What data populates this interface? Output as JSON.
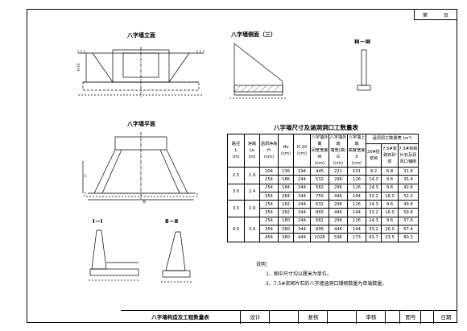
{
  "page": {
    "label": "第",
    "unit": "页"
  },
  "views": {
    "front": "八字墙立面",
    "side": "八字墙侧面（三）",
    "plan": "八字墙平面",
    "sec2": "Ⅱ－Ⅱ",
    "sec1": "Ⅰ－Ⅰ",
    "sec3": "Ⅲ－Ⅲ"
  },
  "dims": {
    "h10": "H-10",
    "c": "C",
    "w": "W"
  },
  "table": {
    "caption": "八字墙尺寸及涵洞洞口工数量表",
    "headers": {
      "c0": [
        "路径",
        "L",
        "(m)"
      ],
      "c1": [
        "净跨",
        "Lo",
        "(m)"
      ],
      "c2": [
        "涵洞净高",
        "H",
        "(cm)"
      ],
      "c3": [
        "",
        "Ho",
        "(cm)"
      ],
      "c4": [
        "",
        "H-10",
        "(cm)"
      ],
      "c5": [
        "八字墙外翼",
        "间宽宽度",
        "W",
        "(cm)"
      ],
      "c6": [
        "八字墙外端",
        "墙宽(高)",
        "G",
        "(cm)"
      ],
      "c7": [
        "八字墙上端",
        "高度宽度",
        "S",
        "(cm)"
      ],
      "group": "涵洞洞工数量表  (m²)",
      "c8": [
        "20#砼",
        "浆砌"
      ],
      "c9": [
        "7.5#浆",
        "砌石砂浆"
      ],
      "c10": [
        "7.5#浆砌",
        "片石及沥",
        "风口铺砌"
      ]
    },
    "groups": [
      {
        "L": "2.5",
        "Lo": "1.9",
        "rows": [
          [
            "204",
            "136",
            "194",
            "445",
            "221",
            "101",
            "8.2",
            "6.8",
            "31.8"
          ],
          [
            "254",
            "186",
            "244",
            "532",
            "296",
            "116",
            "14.3",
            "9.6",
            "35.4"
          ]
        ]
      },
      {
        "L": "3.0",
        "Lo": "2.4",
        "rows": [
          [
            "254",
            "184",
            "244",
            "582",
            "296",
            "116",
            "14.3",
            "9.6",
            "42.6"
          ],
          [
            "354",
            "284",
            "344",
            "755",
            "446",
            "144",
            "33.2",
            "16.0",
            "52.0"
          ]
        ]
      },
      {
        "L": "3.5",
        "Lo": "2.9",
        "rows": [
          [
            "254",
            "182",
            "244",
            "632",
            "296",
            "116",
            "14.3",
            "9.6",
            "49.8"
          ],
          [
            "354",
            "282",
            "344",
            "865",
            "446",
            "144",
            "33.2",
            "16.0",
            "59.8"
          ]
        ]
      },
      {
        "L": "4.0",
        "Lo": "3.4",
        "rows": [
          [
            "254",
            "180",
            "244",
            "682",
            "296",
            "116",
            "14.3",
            "9.6",
            "57.6"
          ],
          [
            "354",
            "280",
            "344",
            "895",
            "446",
            "144",
            "33.2",
            "16.0",
            "67.4"
          ],
          [
            "454",
            "380",
            "444",
            "1028",
            "596",
            "173",
            "63.7",
            "23.5",
            "80.3"
          ]
        ]
      }
    ]
  },
  "notes": {
    "title": "说明：",
    "n1": "1、图中尺寸均以厘米为单位。",
    "n2": "2、7.5#浆砌片石的八字墙涵洞口铺砌数量为单端数量。"
  },
  "titleblock": {
    "name": "八字墙构造及工程数量表",
    "design": "设计",
    "review": "复核",
    "approve": "审核",
    "drawing_no": "图号",
    "date": "日期"
  }
}
